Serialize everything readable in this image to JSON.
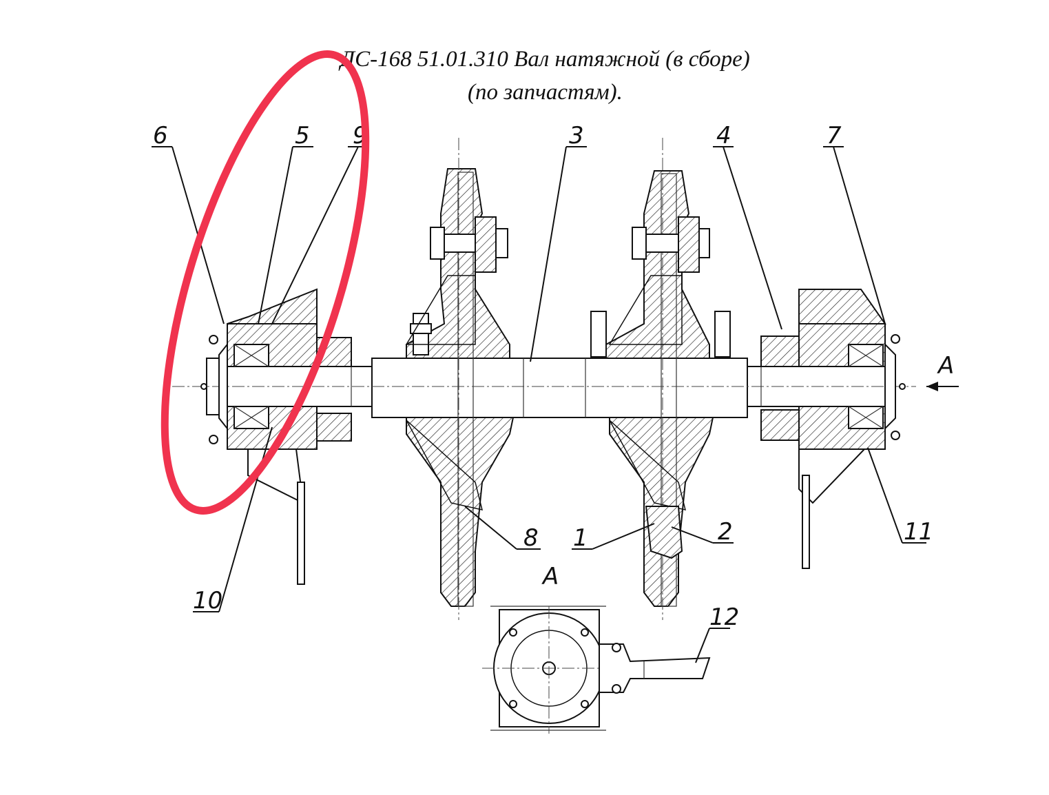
{
  "title": {
    "line1": "ДС-168 51.01.310 Вал натяжной (в сборе)",
    "line2": "(по запчастям)."
  },
  "labels": {
    "l1": "1",
    "l2": "2",
    "l3": "3",
    "l4": "4",
    "l5": "5",
    "l6": "6",
    "l7": "7",
    "l8": "8",
    "l9": "9",
    "l10": "10",
    "l11": "11",
    "l12": "12",
    "viewA": "A",
    "viewA_title": "A"
  },
  "colors": {
    "annotation": "#f0334e",
    "ink": "#111111"
  }
}
